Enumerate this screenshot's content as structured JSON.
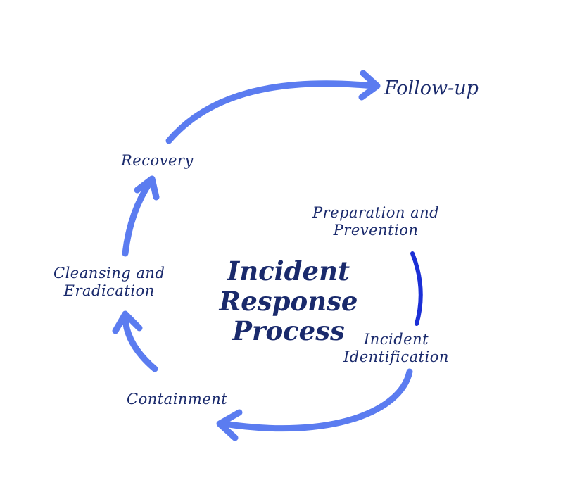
{
  "center_title": {
    "line1": "Incident",
    "line2": "Response",
    "line3": "Process"
  },
  "steps": {
    "preparation": {
      "line1": "Preparation and",
      "line2": "Prevention"
    },
    "identification": {
      "line1": "Incident",
      "line2": "Identification"
    },
    "containment": {
      "line1": "Containment"
    },
    "cleansing": {
      "line1": "Cleansing and",
      "line2": "Eradication"
    },
    "recovery": {
      "line1": "Recovery"
    },
    "followup": {
      "line1": "Follow-up"
    }
  },
  "colors": {
    "text": "#1a2a6c",
    "arrow_light": "#5b7cf0",
    "arrow_dark": "#1b2fd6"
  }
}
